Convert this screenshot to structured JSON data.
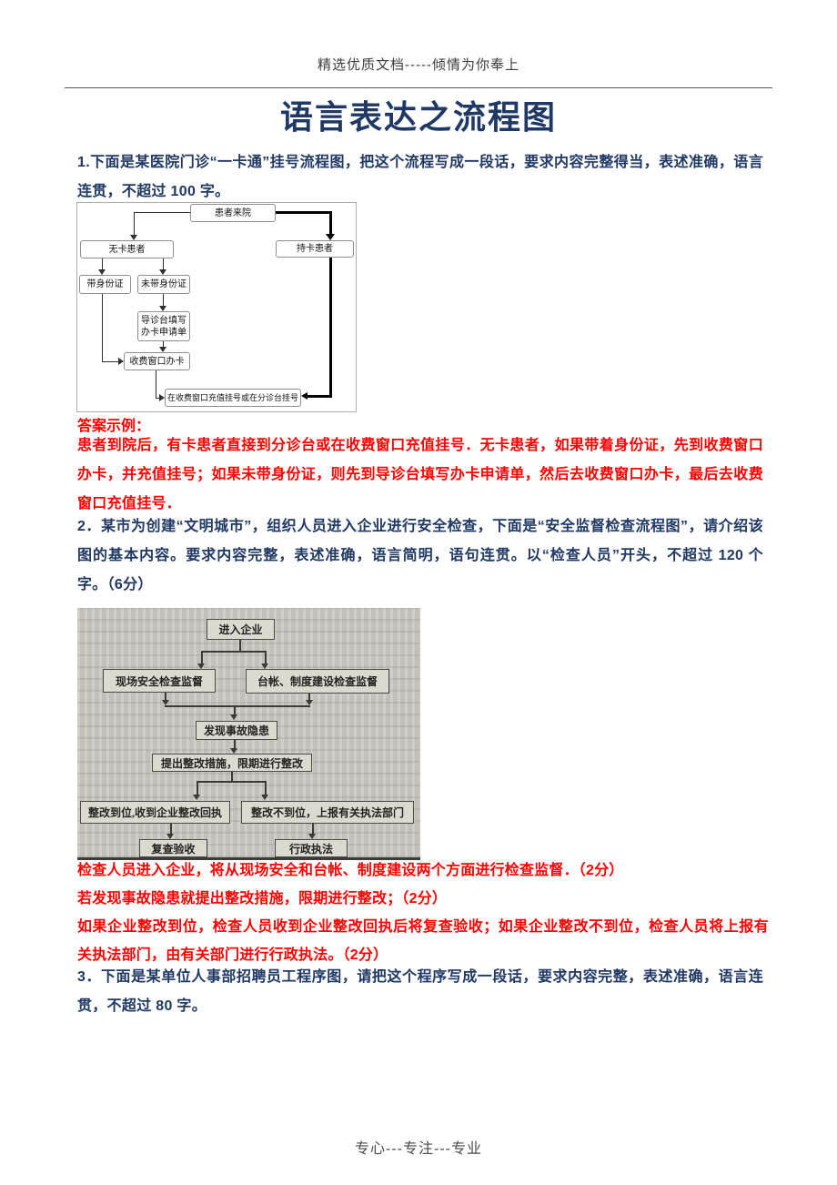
{
  "page": {
    "header": "精选优质文档-----倾情为你奉上",
    "title": "语言表达之流程图",
    "footer": "专心---专注---专业"
  },
  "questions": {
    "q1": "1.下面是某医院门诊“一卡通”挂号流程图，把这个流程写成一段话，要求内容完整得当，表述准确，语言连贯，不超过 100 字。",
    "q2": "2．某市为创建“文明城市”，组织人员进入企业进行安全检查，下面是“安全监督检查流程图”，请介绍该图的基本内容。要求内容完整，表述准确，语言简明，语句连贯。以“检查人员”开头，不超过 120 个字。（6分）",
    "q3": "3．下面是某单位人事部招聘员工程序图，请把这个程序写成一段话，要求内容完整，表述准确，语言连贯，不超过 80 字。"
  },
  "answer1": {
    "label": "答案示例：",
    "text": "患者到院后，有卡患者直接到分诊台或在收费窗口充值挂号．无卡患者，如果带着身份证，先到收费窗口办卡，并充值挂号；如果未带身份证，则先到导诊台填写办卡申请单，然后去收费窗口办卡，最后去收费窗口充值挂号．"
  },
  "answer2": {
    "lines": [
      "检查人员进入企业，将从现场安全和台帐、制度建设两个方面进行检查监督．（2分）",
      "若发现事故隐患就提出整改措施，限期进行整改；（2分）",
      "如果企业整改到位，检查人员收到企业整改回执后将复查验收；如果企业整改不到位，检查人员将上报有关执法部门，由有关部门进行行政执法。（2分）"
    ]
  },
  "flowchart1": {
    "nodes": {
      "start": "患者来院",
      "no_card": "无卡患者",
      "has_card": "持卡患者",
      "with_id": "带身份证",
      "without_id": "未带身份证",
      "form": "导诊台填写办卡申请单",
      "card_counter": "收费窗口办卡",
      "final": "在收费窗口充值挂号或在分诊台挂号"
    }
  },
  "flowchart2": {
    "nodes": {
      "enter": "进入企业",
      "site": "现场安全检查监督",
      "ledger": "台帐、制度建设检查监督",
      "hazard": "发现事故隐患",
      "rectify": "提出整改措施，限期进行整改",
      "rectified": "整改到位,收到企业整改回执",
      "not_rectified": "整改不到位，上报有关执法部门",
      "recheck": "复查验收",
      "enforce": "行政执法"
    }
  },
  "colors": {
    "title_navy": "#1f3864",
    "answer_red": "#fe0000",
    "footer_gray": "#4a4a4a",
    "scan_background": "#cbc8c1"
  }
}
